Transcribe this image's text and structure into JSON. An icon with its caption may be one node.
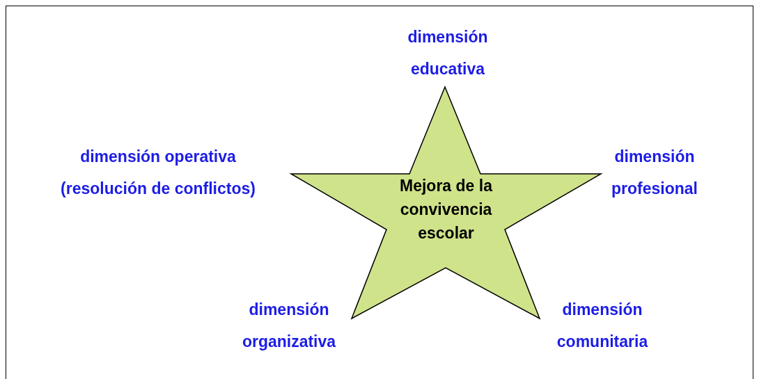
{
  "diagram": {
    "nodes": [
      {
        "text": [
          "Mejora de la convivencia escolar"
        ]
      }
    ],
    "edges": [],
    "labels": [
      "dimensión educativa",
      "dimensión operativa (resolución de conflictos)",
      "dimensión profesional",
      "dimensión organizativa",
      "dimensión comunitaria"
    ]
  }
}
